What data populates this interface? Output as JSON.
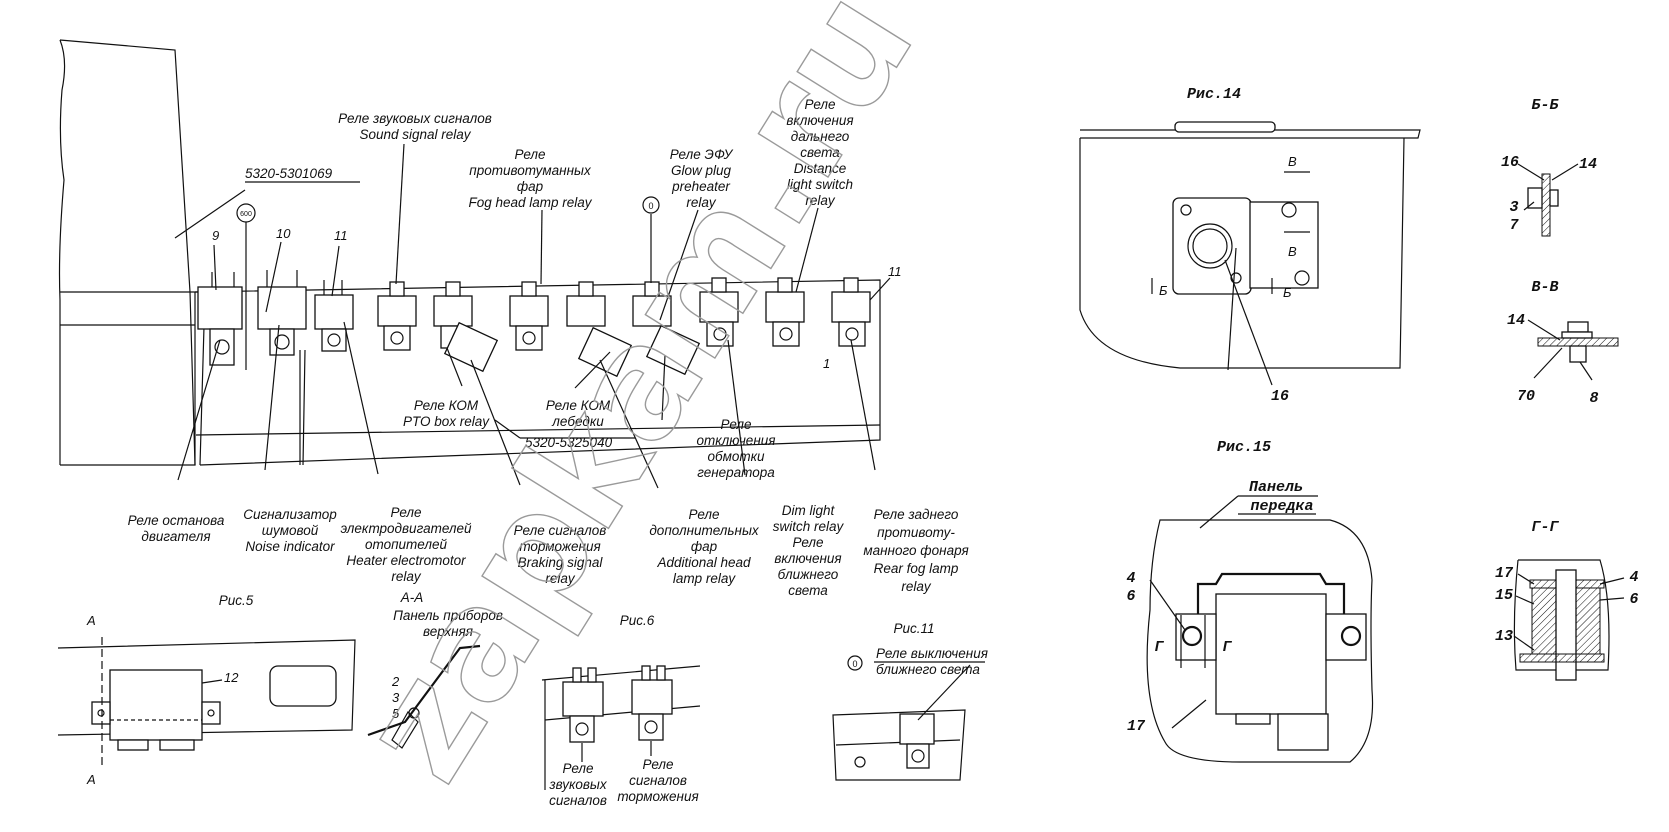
{
  "part_numbers": {
    "left_panel": "5320-5301069",
    "relay_board": "5320-5325040"
  },
  "circle_marks": {
    "m600": "600",
    "m0a": "0",
    "m0b": "0"
  },
  "callouts_top": {
    "sound_ru": "Реле звуковых сигналов",
    "sound_en": "Sound signal relay",
    "fog_ru1": "Реле",
    "fog_ru2": "противотуманных",
    "fog_ru3": "фар",
    "fog_en": "Fog head lamp relay",
    "efu_ru": "Реле ЭФУ",
    "efu_en1": "Glow plug",
    "efu_en2": "preheater",
    "efu_en3": "relay",
    "dist_ru1": "Реле",
    "dist_ru2": "включения",
    "dist_ru3": "дальнего",
    "dist_ru4": "света",
    "dist_en1": "Distance",
    "dist_en2": "light switch",
    "dist_en3": "relay"
  },
  "numbers": {
    "n9": "9",
    "n10": "10",
    "n11a": "11",
    "n11b": "11",
    "n1": "1",
    "n12": "12"
  },
  "callouts_mid": {
    "kom_ru": "Реле КОМ",
    "kom_en": "PTO box relay",
    "komleb_ru1": "Реле КОМ",
    "komleb_ru2": "лебедки",
    "gen_1": "Реле",
    "gen_2": "отключения",
    "gen_3": "обмотки",
    "gen_4": "генератора"
  },
  "callouts_bottom": {
    "stop_1": "Реле останова",
    "stop_2": "двигателя",
    "noise_1": "Сигнализатор",
    "noise_2": "шумовой",
    "noise_3": "Noise indicator",
    "heat_1": "Реле",
    "heat_2": "электродвигателей",
    "heat_3": "отопителей",
    "heat_4": "Heater electromotor",
    "heat_5": "relay",
    "brake_1": "Реле сигналов",
    "brake_2": "торможения",
    "brake_3": "Braking signal",
    "brake_4": "relay",
    "addl_1": "Реле",
    "addl_2": "дополнительных",
    "addl_3": "фар",
    "addl_4": "Additional head",
    "addl_5": "lamp relay",
    "dim_1": "Dim light",
    "dim_2": "switch relay",
    "dim_3": "Реле",
    "dim_4": "включения",
    "dim_5": "ближнего",
    "dim_6": "света",
    "rear_1": "Реле заднего",
    "rear_2": "противоту-",
    "rear_3": "манного фонаря",
    "rear_4": "Rear fog lamp",
    "rear_5": "relay"
  },
  "figures": {
    "fig5": "Рис.5",
    "fig6": "Рис.6",
    "fig11": "Рис.11",
    "fig14": "Рис.14",
    "fig15": "Рис.15",
    "section_A": "A",
    "section_AA": "A-A",
    "panel_ru1": "Панель приборов",
    "panel_ru2": "верхняя",
    "n2": "2",
    "n3": "3",
    "n5": "5",
    "fig6_sound_1": "Реле",
    "fig6_sound_2": "звуковых",
    "fig6_sound_3": "сигналов",
    "fig6_brake_1": "Реле",
    "fig6_brake_2": "сигналов",
    "fig6_brake_3": "торможения",
    "fig11_label1": "Реле выключения",
    "fig11_label2": "ближнего света"
  },
  "fig14_labels": {
    "B": "Б",
    "V": "В",
    "n16": "16",
    "section_BB": "Б-Б",
    "section_VV": "В-В",
    "n16b": "16",
    "n14": "14",
    "n3": "3",
    "n7": "7",
    "n14b": "14",
    "n70": "70",
    "n8": "8"
  },
  "fig15_labels": {
    "panel_1": "Панель",
    "panel_2": "передка",
    "n4": "4",
    "n6": "6",
    "G": "Г",
    "n17": "17",
    "section_GG": "Г-Г",
    "n17b": "17",
    "n15": "15",
    "n13": "13",
    "n4b": "4",
    "n6b": "6"
  },
  "watermark": "zapkam.ru"
}
